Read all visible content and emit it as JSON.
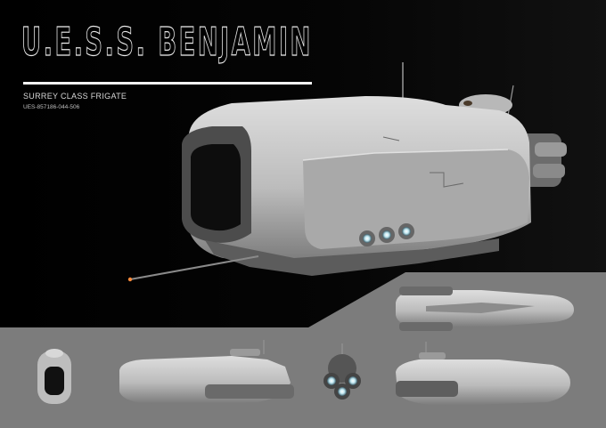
{
  "sheet": {
    "title": "U.E.S.S. BENJAMIN",
    "subtitle": "SURREY CLASS FRIGATE",
    "registry": "UES-857186-044-506"
  },
  "colors": {
    "background": "#000000",
    "panel_gray": "#7c7c7c",
    "hull_light": "#c8c8c8",
    "hull_shadow": "#6e6e6e",
    "thruster_glow": "#bfe6f0",
    "title_outline": "#e8e8e8"
  },
  "views": [
    "perspective",
    "front",
    "side-left",
    "rear",
    "side-right",
    "top"
  ]
}
